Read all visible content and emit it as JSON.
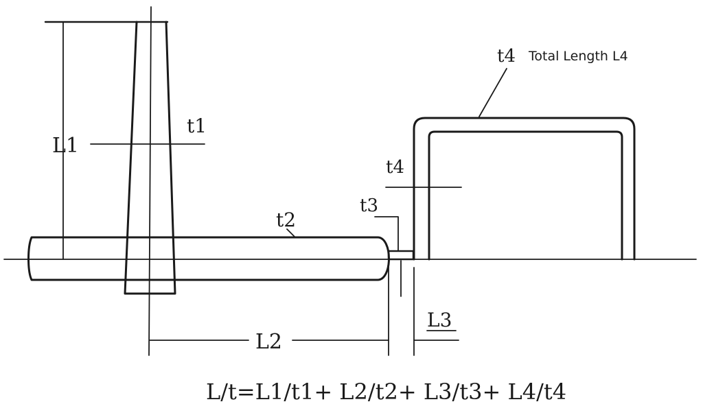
{
  "labels": {
    "L1": "L1",
    "t1": "t1",
    "t2": "t2",
    "t3": "t3",
    "t4_top": "t4",
    "t4_side": "t4",
    "total_length": "Total Length L4",
    "L2": "L2",
    "L3": "L3"
  },
  "formula": "L/t=L1/t1+ L2/t2+ L3/t3+ L4/t4"
}
